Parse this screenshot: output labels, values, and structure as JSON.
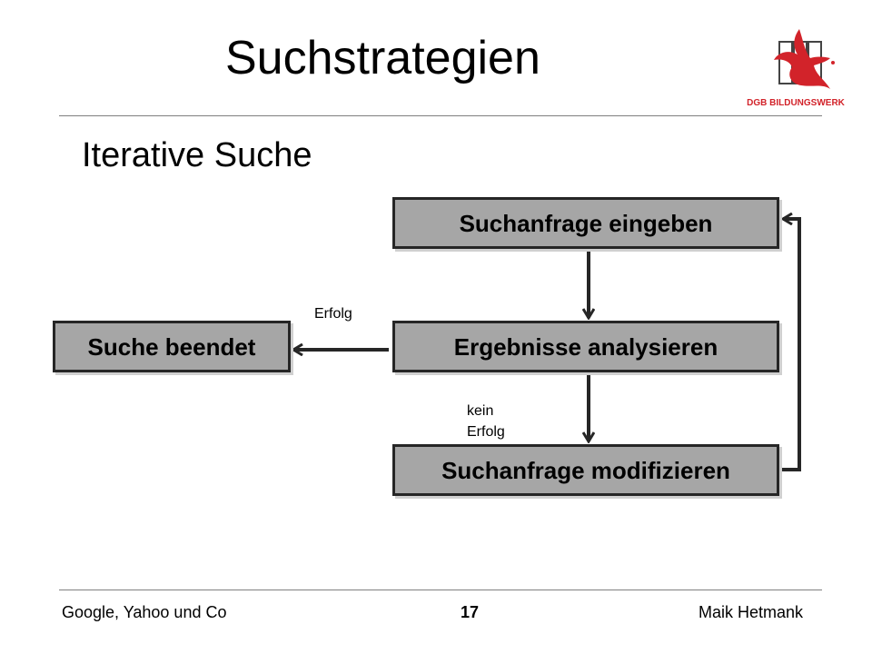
{
  "slide": {
    "title": "Suchstrategien",
    "subtitle": "Iterative Suche"
  },
  "logo": {
    "text": "DGB BILDUNGSWERK",
    "icon": "dgb-bird-logo-icon",
    "color": "#d2232a"
  },
  "flowchart": {
    "steps": {
      "query": "Suchanfrage eingeben",
      "analyze": "Ergebnisse analysieren",
      "modify": "Suchanfrage modifizieren",
      "done": "Suche beendet"
    },
    "edge_labels": {
      "success": "Erfolg",
      "fail": "kein Erfolg"
    },
    "box_fill": "#a6a6a6",
    "line_color": "#262626"
  },
  "footer": {
    "left": "Google, Yahoo und Co",
    "page": "17",
    "right": "Maik Hetmank"
  }
}
